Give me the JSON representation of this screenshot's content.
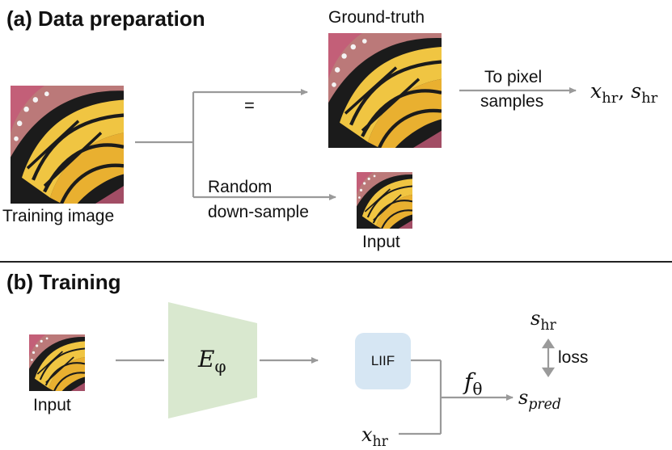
{
  "part_a": {
    "title": "(a) Data preparation",
    "training_image_label": "Training image",
    "ground_truth_label": "Ground-truth",
    "equals_sign": "=",
    "random_label_1": "Random",
    "random_label_2": "down-sample",
    "input_label": "Input",
    "to_pixel_1": "To pixel",
    "to_pixel_2": "samples",
    "x_symbol": "x",
    "x_sub": "hr",
    "comma": ", ",
    "s_symbol": "s",
    "s_sub": "hr"
  },
  "part_b": {
    "title": "(b) Training",
    "input_label": "Input",
    "encoder_symbol": "E",
    "encoder_sub": "φ",
    "liif_label": "LIIF",
    "f_symbol": "f",
    "f_sub": "θ",
    "s_hr_symbol": "s",
    "s_hr_sub": "hr",
    "loss_label": "loss",
    "s_pred_symbol": "s",
    "s_pred_sub": "pred",
    "x_hr_symbol": "x",
    "x_hr_sub": "hr"
  },
  "colors": {
    "arrow": "#9a9a9a",
    "encoder_fill": "#d9e8cf",
    "liif_fill": "#d6e6f3",
    "divider": "#222222"
  },
  "images": {
    "training_image": "butterfly-wing-photo",
    "ground_truth": "butterfly-wing-photo-crop",
    "input_small": "butterfly-wing-photo-low-res"
  }
}
